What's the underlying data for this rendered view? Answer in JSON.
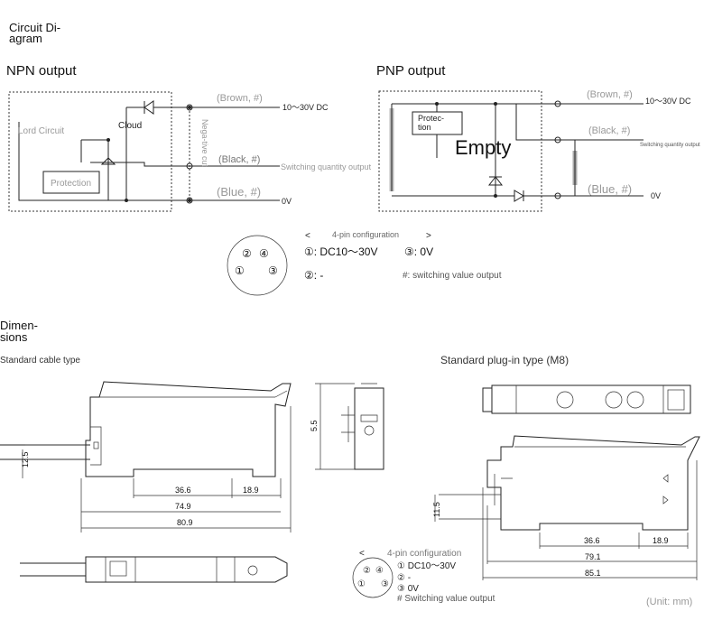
{
  "circuit": {
    "title": "Circuit Diagram",
    "title_line1": "Circuit Di-",
    "title_line2": "agram",
    "npn": {
      "heading": "NPN output",
      "lord_circuit": "Lord Circuit",
      "cloud": "Cloud",
      "negative_cut": "Nega-tive cut",
      "protection": "Protection",
      "brown": "(Brown, #)",
      "black": "(Black, #)",
      "blue": "(Blue, #)",
      "v_supply": "10～30V DC",
      "switching": "Switching quantity output",
      "zero_v": "0V"
    },
    "pnp": {
      "heading": "PNP output",
      "protection_l1": "Protec-",
      "protection_l2": "tion",
      "empty": "Empty",
      "brown": "(Brown, #)",
      "black": "(Black, #)",
      "blue": "(Blue, #)",
      "v_supply": "10～30V DC",
      "switching": "Switching quantity output",
      "zero_v": "0V"
    },
    "pins": {
      "title": "4-pin configuration",
      "lt": "<",
      "gt": ">",
      "p2": "②",
      "p4": "④",
      "p1": "①",
      "p3": "③",
      "line1a": "①: DC10～30V",
      "line1b": "③: 0V",
      "line2": "②: -",
      "note": "#: switching value output"
    }
  },
  "dimensions": {
    "title_line1": "Dimen-",
    "title_line2": "sions",
    "cable_label": "Standard cable type",
    "plugin_label": "Standard plug-in type (M8)",
    "cable_dims": {
      "d1": "12.5",
      "d2": "36.6",
      "d3": "18.9",
      "d4": "74.9",
      "d5": "80.9",
      "d6": "5.5"
    },
    "plugin_dims": {
      "d1": "11.5",
      "d2": "36.6",
      "d3": "18.9",
      "d4": "79.1",
      "d5": "85.1"
    },
    "pins": {
      "lt": "<",
      "title": "4-pin configuration",
      "p2": "②",
      "p4": "④",
      "p1": "①",
      "p3": "③",
      "line1": "① DC10～30V",
      "line2": "② -",
      "line3": "③ 0V",
      "note": "# Switching value output"
    },
    "unit": "(Unit: mm)"
  }
}
